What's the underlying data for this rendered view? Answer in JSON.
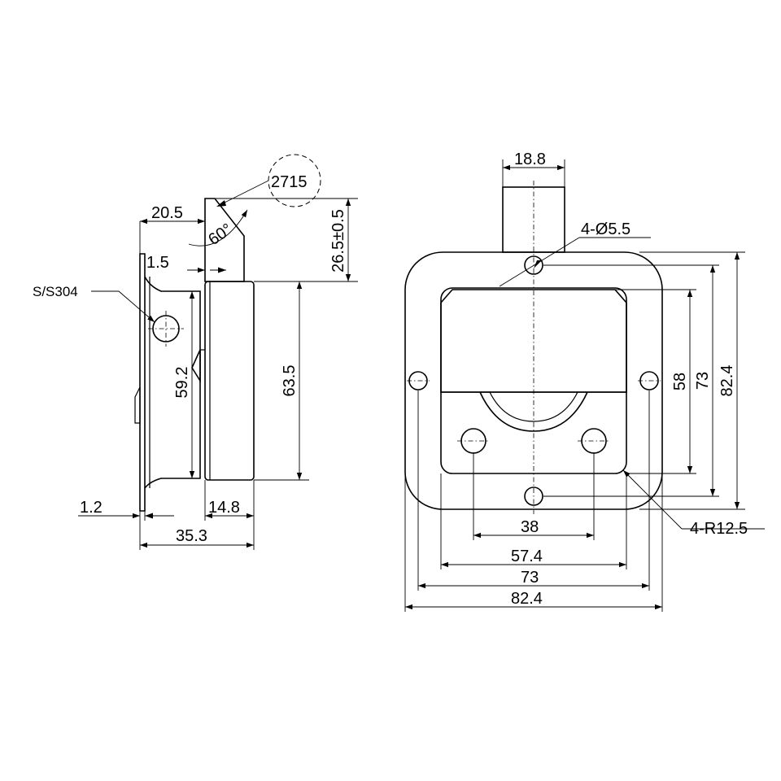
{
  "material": "S/S304",
  "side_view": {
    "flange_thickness": "1.2",
    "wall_thickness": "1.5",
    "top_width": "20.5",
    "body_depth": "14.8",
    "overall_depth": "35.3",
    "inner_height": "59.2",
    "body_height": "63.5",
    "angle": "60°",
    "detail_label": "2715",
    "cam_height": "26.5±0.5"
  },
  "front_view": {
    "cam_width": "18.8",
    "holes": "4-Ø5.5",
    "corner_radius": "4-R12.5",
    "hole_spacing_inner": "38",
    "pan_width": "57.4",
    "hole_spacing_outer": "73",
    "overall_width": "82.4",
    "pan_height": "58",
    "hole_spacing_vertical": "73",
    "overall_height": "82.4"
  }
}
